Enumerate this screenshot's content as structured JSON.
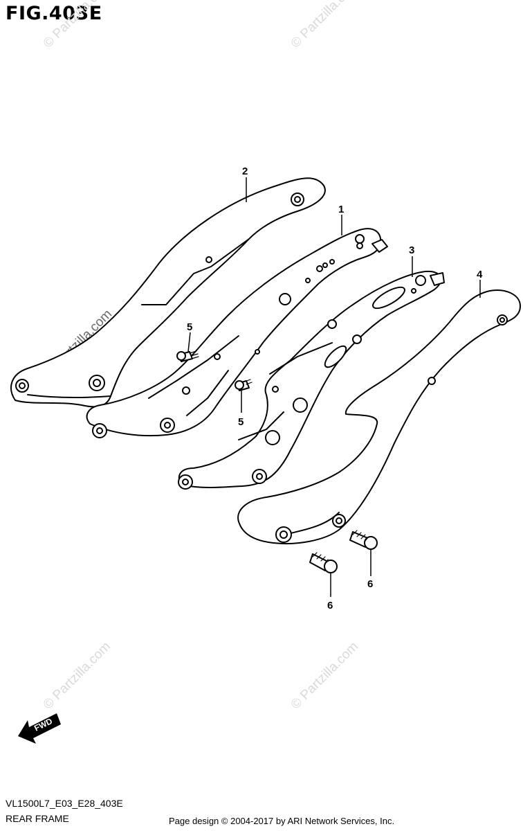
{
  "figure": {
    "title": "FIG.403E",
    "code": "VL1500L7_E03_E28_403E",
    "caption": "REAR FRAME",
    "copyright": "Page design © 2004-2017 by ARI Network Services, Inc."
  },
  "callouts": [
    {
      "id": "2",
      "label": "2"
    },
    {
      "id": "1",
      "label": "1"
    },
    {
      "id": "3",
      "label": "3"
    },
    {
      "id": "4",
      "label": "4"
    },
    {
      "id": "5a",
      "label": "5"
    },
    {
      "id": "5b",
      "label": "5"
    },
    {
      "id": "6a",
      "label": "6"
    },
    {
      "id": "6b",
      "label": "6"
    }
  ],
  "fwd_badge": {
    "label": "FWD"
  },
  "watermark": {
    "text": "© Partzilla.com"
  }
}
